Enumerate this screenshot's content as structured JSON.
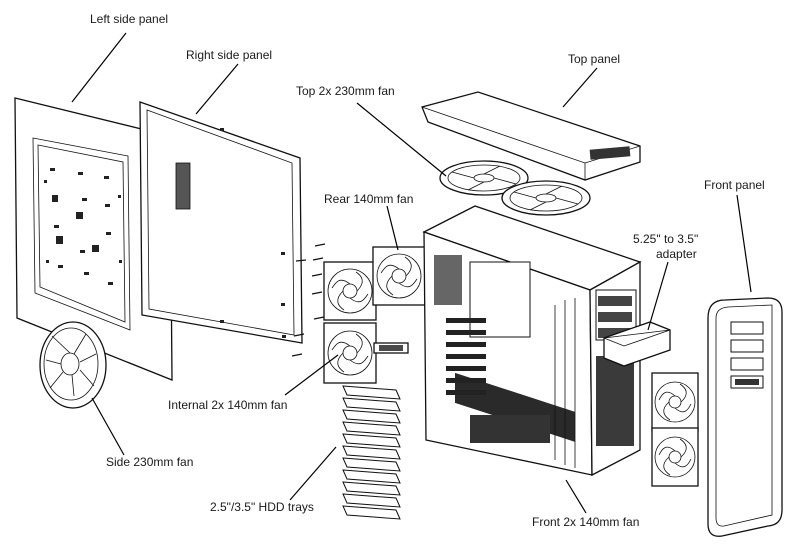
{
  "labels": {
    "left_side_panel": "Left side panel",
    "right_side_panel": "Right side panel",
    "top_panel": "Top panel",
    "top_fans": "Top 2x 230mm fan",
    "rear_fan": "Rear 140mm fan",
    "front_panel": "Front panel",
    "adapter_line1": "5.25\" to 3.5\"",
    "adapter_line2": "adapter",
    "internal_fans": "Internal 2x 140mm fan",
    "side_fan": "Side 230mm fan",
    "hdd_trays": "2.5\"/3.5\" HDD trays",
    "front_fans": "Front 2x 140mm fan"
  }
}
